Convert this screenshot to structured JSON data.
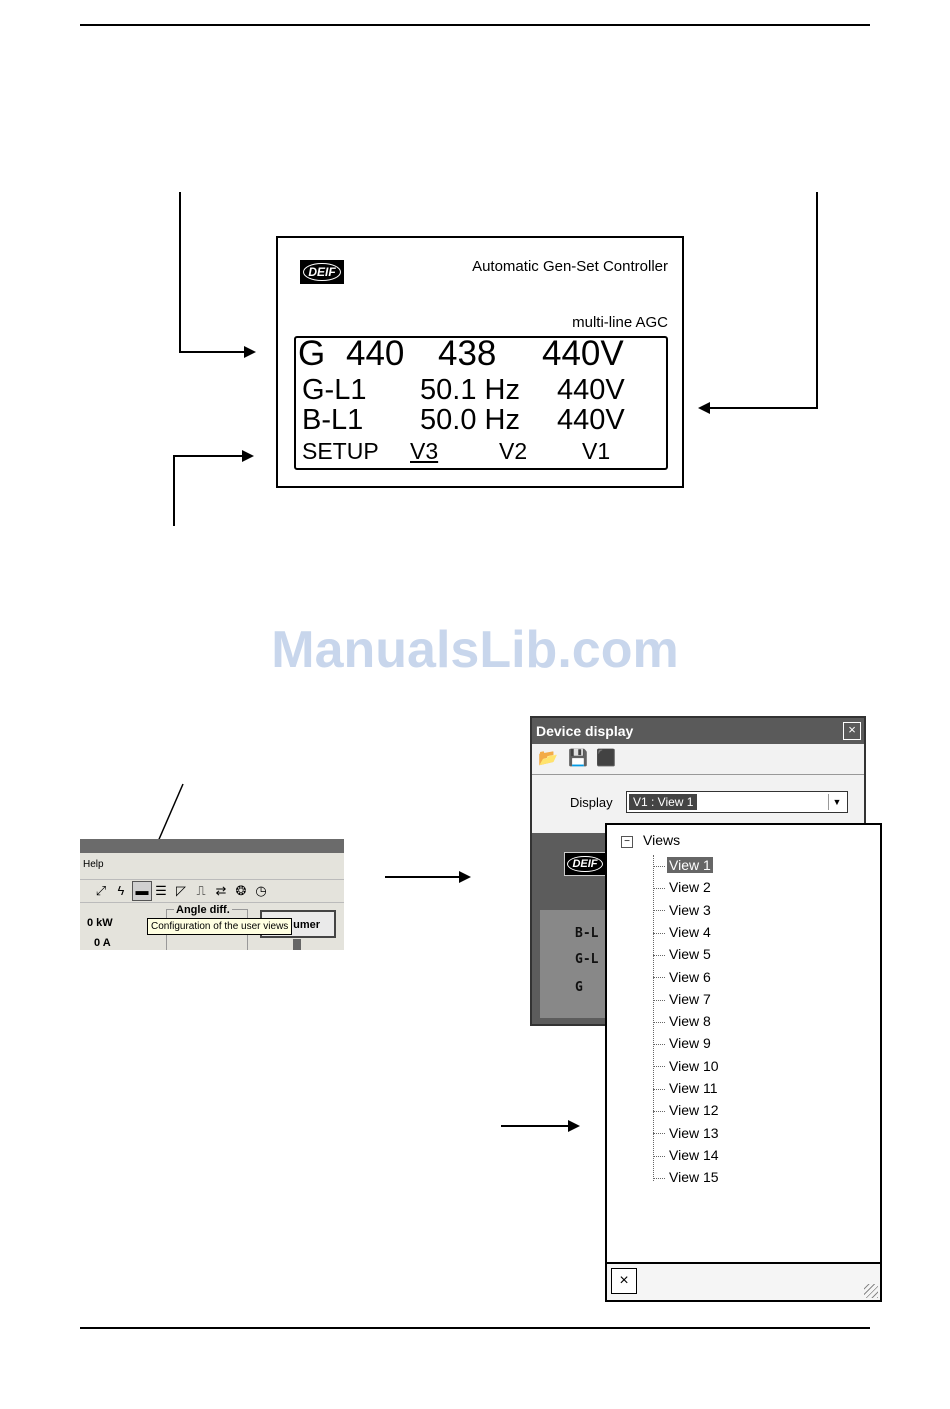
{
  "controller": {
    "logo": "DEIF",
    "title": "Automatic Gen-Set Controller",
    "subtitle": "multi-line AGC",
    "lines": {
      "line1": {
        "a": "G",
        "b": "440",
        "c": "438",
        "d": "440V"
      },
      "line2": {
        "a": "G-L1",
        "b": "50.1 Hz",
        "c": "440V"
      },
      "line3": {
        "a": "B-L1",
        "b": "50.0 Hz",
        "c": "440V"
      },
      "line4": {
        "a": "SETUP",
        "b": "V3",
        "c": "V2",
        "d": "V1"
      }
    }
  },
  "watermark": "ManualsLib.com",
  "toolbar": {
    "menu_help": "Help",
    "power": "0 kW",
    "current": "0 A",
    "angle_label": "Angle diff.",
    "button_label": "umer",
    "tooltip": "Configuration of the user views"
  },
  "device_display": {
    "title": "Device display",
    "close": "×",
    "display_label": "Display",
    "display_value": "V1 : View 1",
    "logo": "DEIF",
    "lcd_lines": [
      "B-L",
      "G-L",
      "G"
    ]
  },
  "views_panel": {
    "root_label": "Views",
    "items": [
      "View 1",
      "View 2",
      "View 3",
      "View 4",
      "View 5",
      "View 6",
      "View 7",
      "View 8",
      "View 9",
      "View 10",
      "View 11",
      "View 12",
      "View 13",
      "View 14",
      "View 15"
    ],
    "selected": "View 1",
    "close_button": "×"
  }
}
